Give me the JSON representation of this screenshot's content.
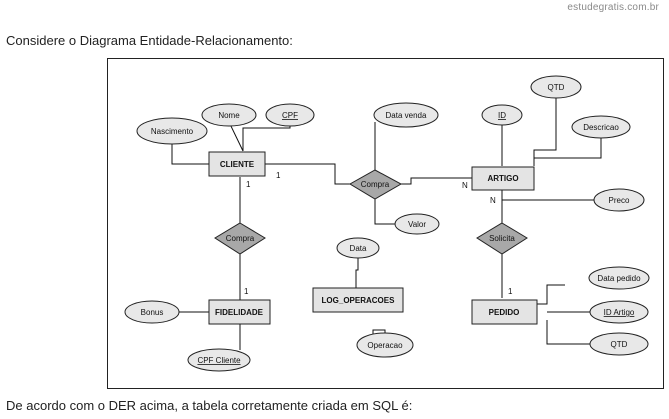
{
  "watermark": "estudegratis.com.br",
  "intro": "Considere o Diagrama Entidade-Relacionamento:",
  "outro": "De acordo com o DER acima, a tabela corretamente criada em SQL é:",
  "diagram": {
    "entities": {
      "cliente": "CLIENTE",
      "artigo": "ARTIGO",
      "fidelidade": "FIDELIDADE",
      "log": "LOG_OPERACOES",
      "pedido": "PEDIDO"
    },
    "relationships": {
      "compra_ca": "Compra",
      "compra_cf": "Compra",
      "solicita": "Solicita"
    },
    "attributes": {
      "nascimento": "Nascimento",
      "nome": "Nome",
      "cpf": "CPF",
      "data_venda": "Data venda",
      "valor": "Valor",
      "id": "ID",
      "qtd_artigo": "QTD",
      "descricao": "Descricao",
      "preco": "Preco",
      "data_log": "Data",
      "operacao": "Operacao",
      "bonus": "Bonus",
      "cpf_cliente": "CPF Cliente",
      "data_pedido": "Data pedido",
      "id_artigo": "ID Artigo",
      "qtd_pedido": "QTD"
    },
    "cardinalities": {
      "cliente_compra": "1",
      "artigo_compra": "N",
      "artigo_solicita": "N",
      "cliente_fidelidade": "1",
      "fidelidade_compra": "1",
      "pedido_solicita": "1"
    }
  }
}
